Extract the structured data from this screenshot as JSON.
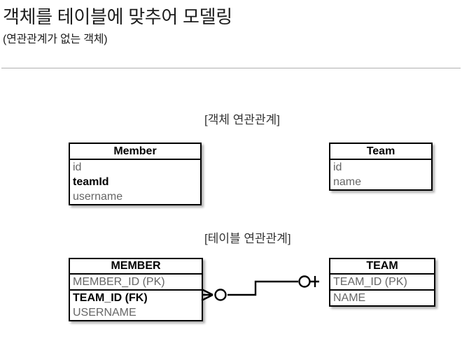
{
  "header": {
    "title": "객체를 테이블에 맞추어 모델링",
    "subtitle": "(연관관계가 없는 객체)"
  },
  "sections": {
    "object_caption": "[객체 연관관계]",
    "table_caption": "[테이블 연관관계]"
  },
  "object_model": {
    "member": {
      "name": "Member",
      "fields": [
        {
          "label": "id",
          "emphasis": false
        },
        {
          "label": "teamId",
          "emphasis": true
        },
        {
          "label": "username",
          "emphasis": false
        }
      ]
    },
    "team": {
      "name": "Team",
      "fields": [
        {
          "label": "id",
          "emphasis": false
        },
        {
          "label": "name",
          "emphasis": false
        }
      ]
    }
  },
  "table_model": {
    "member": {
      "name": "MEMBER",
      "key_fields": [
        {
          "label": "MEMBER_ID (PK)",
          "emphasis": false
        }
      ],
      "fields": [
        {
          "label": "TEAM_ID (FK)",
          "emphasis": true
        },
        {
          "label": "USERNAME",
          "emphasis": false
        }
      ]
    },
    "team": {
      "name": "TEAM",
      "key_fields": [
        {
          "label": "TEAM_ID (PK)",
          "emphasis": false
        }
      ],
      "fields": [
        {
          "label": "NAME",
          "emphasis": false
        }
      ]
    },
    "relationship": {
      "left_cardinality": "zero-or-many",
      "right_cardinality": "zero-or-one"
    }
  },
  "colors": {
    "ink": "#000000",
    "field_text": "#666666",
    "rule": "#b0b0b0",
    "background": "#ffffff"
  }
}
